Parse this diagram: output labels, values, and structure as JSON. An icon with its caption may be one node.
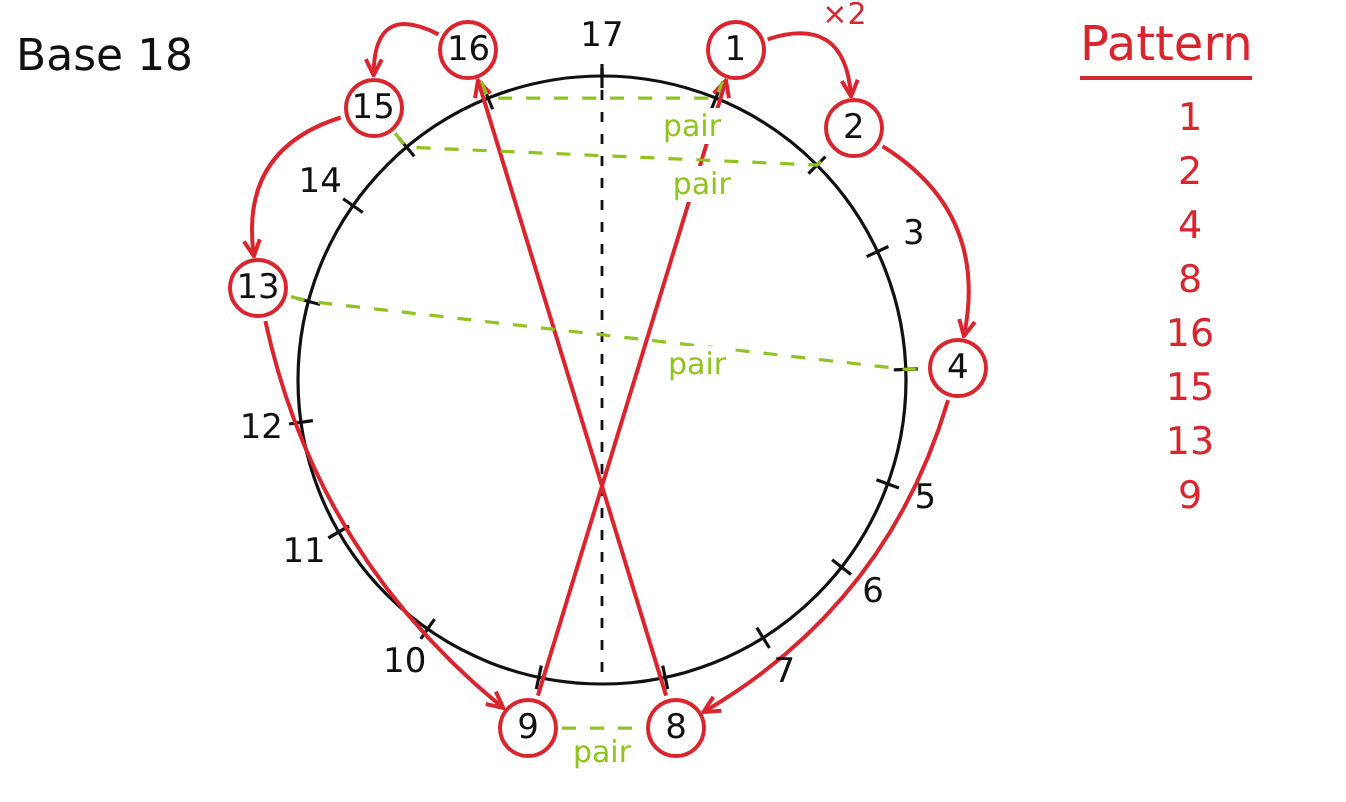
{
  "diagram": {
    "title": "Base 18",
    "nodes": [
      {
        "text": [
          "16"
        ]
      },
      {
        "text": [
          "1"
        ]
      },
      {
        "text": [
          "15"
        ]
      },
      {
        "text": [
          "2"
        ]
      },
      {
        "text": [
          "13"
        ]
      },
      {
        "text": [
          "4"
        ]
      },
      {
        "text": [
          "9"
        ]
      },
      {
        "text": [
          "8"
        ]
      }
    ],
    "edges": [
      {
        "from": 1,
        "to": 3,
        "arrow": "to",
        "label": "×2"
      },
      {
        "from": 3,
        "to": 5,
        "arrow": "to"
      },
      {
        "from": 5,
        "to": 7,
        "arrow": "to"
      },
      {
        "from": 7,
        "to": 0,
        "arrow": "to"
      },
      {
        "from": 0,
        "to": 2,
        "arrow": "to"
      },
      {
        "from": 2,
        "to": 4,
        "arrow": "to"
      },
      {
        "from": 4,
        "to": 6,
        "arrow": "to"
      },
      {
        "from": 6,
        "to": 1,
        "arrow": "to"
      },
      {
        "from": 0,
        "to": 1,
        "arrow": "none",
        "label": "pair",
        "style": "dashed",
        "color": "#8fc31f"
      },
      {
        "from": 2,
        "to": 3,
        "arrow": "none",
        "label": "pair",
        "style": "dashed",
        "color": "#8fc31f"
      },
      {
        "from": 4,
        "to": 5,
        "arrow": "none",
        "label": "pair",
        "style": "dashed",
        "color": "#8fc31f"
      },
      {
        "from": 6,
        "to": 7,
        "arrow": "none",
        "label": "pair",
        "style": "dashed",
        "color": "#8fc31f"
      }
    ],
    "labels": [
      "17",
      "3",
      "5",
      "6",
      "7",
      "10",
      "11",
      "12",
      "14",
      "Pattern",
      "1",
      "2",
      "4",
      "8",
      "16",
      "15",
      "13",
      "9"
    ]
  }
}
